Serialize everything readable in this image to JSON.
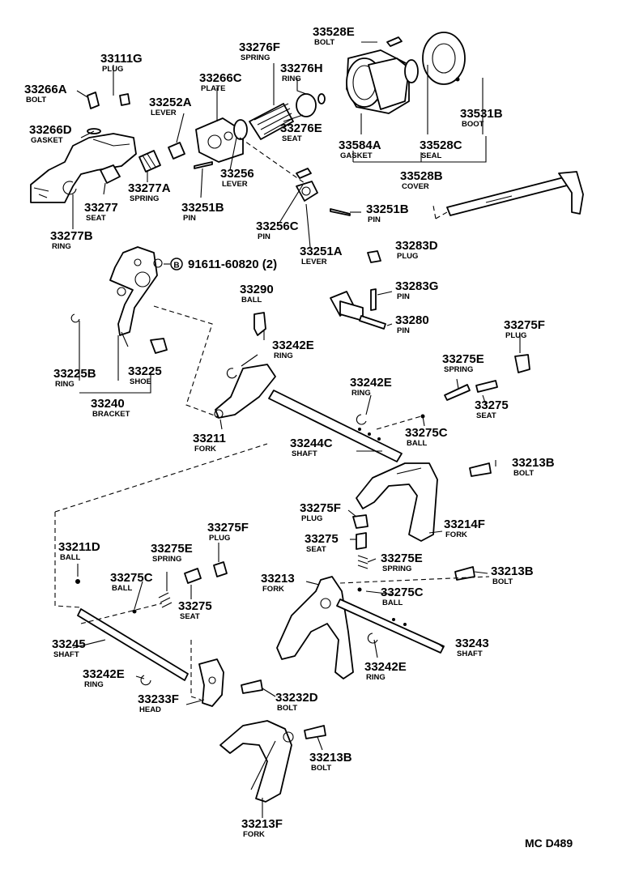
{
  "diagram_code": "MC D489",
  "parts": [
    {
      "key": "p33528E",
      "number": "33528E",
      "name": "BOLT"
    },
    {
      "key": "p33276F",
      "number": "33276F",
      "name": "SPRING"
    },
    {
      "key": "p33111G",
      "number": "33111G",
      "name": "PLUG"
    },
    {
      "key": "p33276H",
      "number": "33276H",
      "name": "RING"
    },
    {
      "key": "p33266C",
      "number": "33266C",
      "name": "PLATE"
    },
    {
      "key": "p33266A",
      "number": "33266A",
      "name": "BOLT"
    },
    {
      "key": "p33252A",
      "number": "33252A",
      "name": "LEVER"
    },
    {
      "key": "p33531B",
      "number": "33531B",
      "name": "BOOT"
    },
    {
      "key": "p33276E",
      "number": "33276E",
      "name": "SEAT"
    },
    {
      "key": "p33266D",
      "number": "33266D",
      "name": "GASKET"
    },
    {
      "key": "p33584A",
      "number": "33584A",
      "name": "GASKET"
    },
    {
      "key": "p33528C",
      "number": "33528C",
      "name": "SEAL"
    },
    {
      "key": "p33256",
      "number": "33256",
      "name": "LEVER"
    },
    {
      "key": "p33528B",
      "number": "33528B",
      "name": "COVER"
    },
    {
      "key": "p33277A",
      "number": "33277A",
      "name": "SPRING"
    },
    {
      "key": "p33277",
      "number": "33277",
      "name": "SEAT"
    },
    {
      "key": "p33251B_a",
      "number": "33251B",
      "name": "PIN"
    },
    {
      "key": "p33251B_b",
      "number": "33251B",
      "name": "PIN"
    },
    {
      "key": "p33256C",
      "number": "33256C",
      "name": "PIN"
    },
    {
      "key": "p33277B",
      "number": "33277B",
      "name": "RING"
    },
    {
      "key": "p33251A",
      "number": "33251A",
      "name": "LEVER"
    },
    {
      "key": "p33283D",
      "number": "33283D",
      "name": "PLUG"
    },
    {
      "key": "p91611",
      "number": "91611-60820 (2)",
      "name": ""
    },
    {
      "key": "p33290",
      "number": "33290",
      "name": "BALL"
    },
    {
      "key": "p33283G",
      "number": "33283G",
      "name": "PIN"
    },
    {
      "key": "p33280",
      "number": "33280",
      "name": "PIN"
    },
    {
      "key": "p33275F_a",
      "number": "33275F",
      "name": "PLUG"
    },
    {
      "key": "p33242E_a",
      "number": "33242E",
      "name": "RING"
    },
    {
      "key": "p33275E_a",
      "number": "33275E",
      "name": "SPRING"
    },
    {
      "key": "p33225B",
      "number": "33225B",
      "name": "RING"
    },
    {
      "key": "p33225",
      "number": "33225",
      "name": "SHOE"
    },
    {
      "key": "p33242E_b",
      "number": "33242E",
      "name": "RING"
    },
    {
      "key": "p33240",
      "number": "33240",
      "name": "BRACKET"
    },
    {
      "key": "p33275_a",
      "number": "33275",
      "name": "SEAT"
    },
    {
      "key": "p33211",
      "number": "33211",
      "name": "FORK"
    },
    {
      "key": "p33275C_a",
      "number": "33275C",
      "name": "BALL"
    },
    {
      "key": "p33244C",
      "number": "33244C",
      "name": "SHAFT"
    },
    {
      "key": "p33213B_a",
      "number": "33213B",
      "name": "BOLT"
    },
    {
      "key": "p33275F_b",
      "number": "33275F",
      "name": "PLUG"
    },
    {
      "key": "p33214F",
      "number": "33214F",
      "name": "FORK"
    },
    {
      "key": "p33211D",
      "number": "33211D",
      "name": "BALL"
    },
    {
      "key": "p33275F_c",
      "number": "33275F",
      "name": "PLUG"
    },
    {
      "key": "p33275_b",
      "number": "33275",
      "name": "SEAT"
    },
    {
      "key": "p33275E_b",
      "number": "33275E",
      "name": "SPRING"
    },
    {
      "key": "p33275E_c",
      "number": "33275E",
      "name": "SPRING"
    },
    {
      "key": "p33213B_b",
      "number": "33213B",
      "name": "BOLT"
    },
    {
      "key": "p33275C_b",
      "number": "33275C",
      "name": "BALL"
    },
    {
      "key": "p33213",
      "number": "33213",
      "name": "FORK"
    },
    {
      "key": "p33275C_c",
      "number": "33275C",
      "name": "BALL"
    },
    {
      "key": "p33275_c",
      "number": "33275",
      "name": "SEAT"
    },
    {
      "key": "p33245",
      "number": "33245",
      "name": "SHAFT"
    },
    {
      "key": "p33243",
      "number": "33243",
      "name": "SHAFT"
    },
    {
      "key": "p33242E_c",
      "number": "33242E",
      "name": "RING"
    },
    {
      "key": "p33242E_d",
      "number": "33242E",
      "name": "RING"
    },
    {
      "key": "p33233F",
      "number": "33233F",
      "name": "HEAD"
    },
    {
      "key": "p33232D",
      "number": "33232D",
      "name": "BOLT"
    },
    {
      "key": "p33213B_c",
      "number": "33213B",
      "name": "BOLT"
    },
    {
      "key": "p33213F",
      "number": "33213F",
      "name": "FORK"
    }
  ]
}
